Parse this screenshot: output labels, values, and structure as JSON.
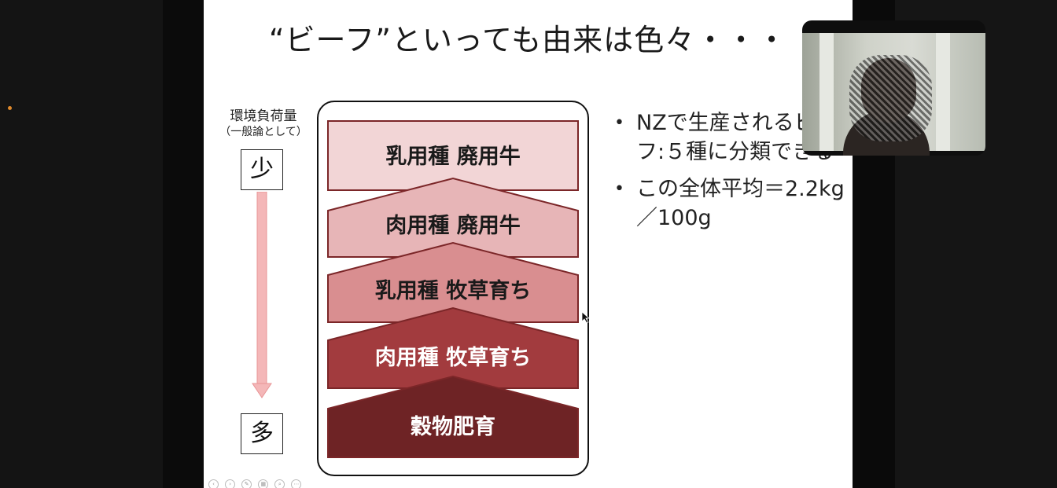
{
  "slide": {
    "title": "“ビーフ”といっても由来は色々・・・",
    "load_axis": {
      "label": "環境負荷量",
      "sublabel": "（一般論として）",
      "low": "少",
      "high": "多"
    },
    "layers": [
      {
        "label": "乳用種 廃用牛",
        "color": "#f2d5d6",
        "text_color": "#1a1a1a"
      },
      {
        "label": "肉用種 廃用牛",
        "color": "#e7b5b7",
        "text_color": "#1a1a1a"
      },
      {
        "label": "乳用種 牧草育ち",
        "color": "#d98e90",
        "text_color": "#1a1a1a"
      },
      {
        "label": "肉用種 牧草育ち",
        "color": "#a23b3e",
        "text_color": "#ffffff"
      },
      {
        "label": "穀物肥育",
        "color": "#6e2325",
        "text_color": "#ffffff"
      }
    ],
    "bullets": [
      {
        "symbol": "•",
        "text": "NZで生産されるビーフ:５種に分類できる"
      },
      {
        "symbol": "•",
        "text": "この全体平均＝2.2kg／100g"
      }
    ]
  },
  "colors": {
    "arrow": "#f4b7b8",
    "border": "#7b2628",
    "frame": "#111111"
  }
}
